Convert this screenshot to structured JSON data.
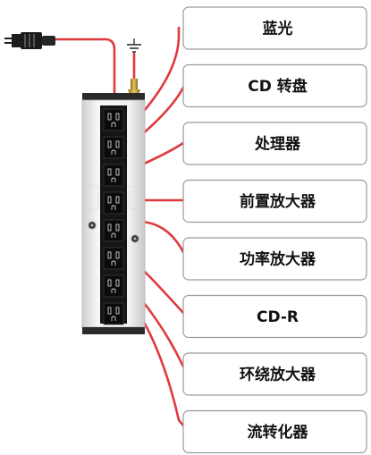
{
  "devices": [
    {
      "id": "bluray",
      "label": "蓝光"
    },
    {
      "id": "cd",
      "label": "CD 转盘"
    },
    {
      "id": "processor",
      "label": "处理器"
    },
    {
      "id": "preamp",
      "label": "前置放大器"
    },
    {
      "id": "poweramp",
      "label": "功率放大器"
    },
    {
      "id": "cdr",
      "label": "CD-R"
    },
    {
      "id": "surround",
      "label": "环绕放大器"
    },
    {
      "id": "streamer",
      "label": "流转化器"
    }
  ],
  "colors": {
    "wire": "#e0393e",
    "box_border": "#9a9a9a",
    "strip_body": "#e9e9e9",
    "outlet": "#111111",
    "end_cap": "#2a2a2a"
  },
  "icons": {
    "plug": "power-plug-icon",
    "ground": "ground-symbol-icon"
  }
}
